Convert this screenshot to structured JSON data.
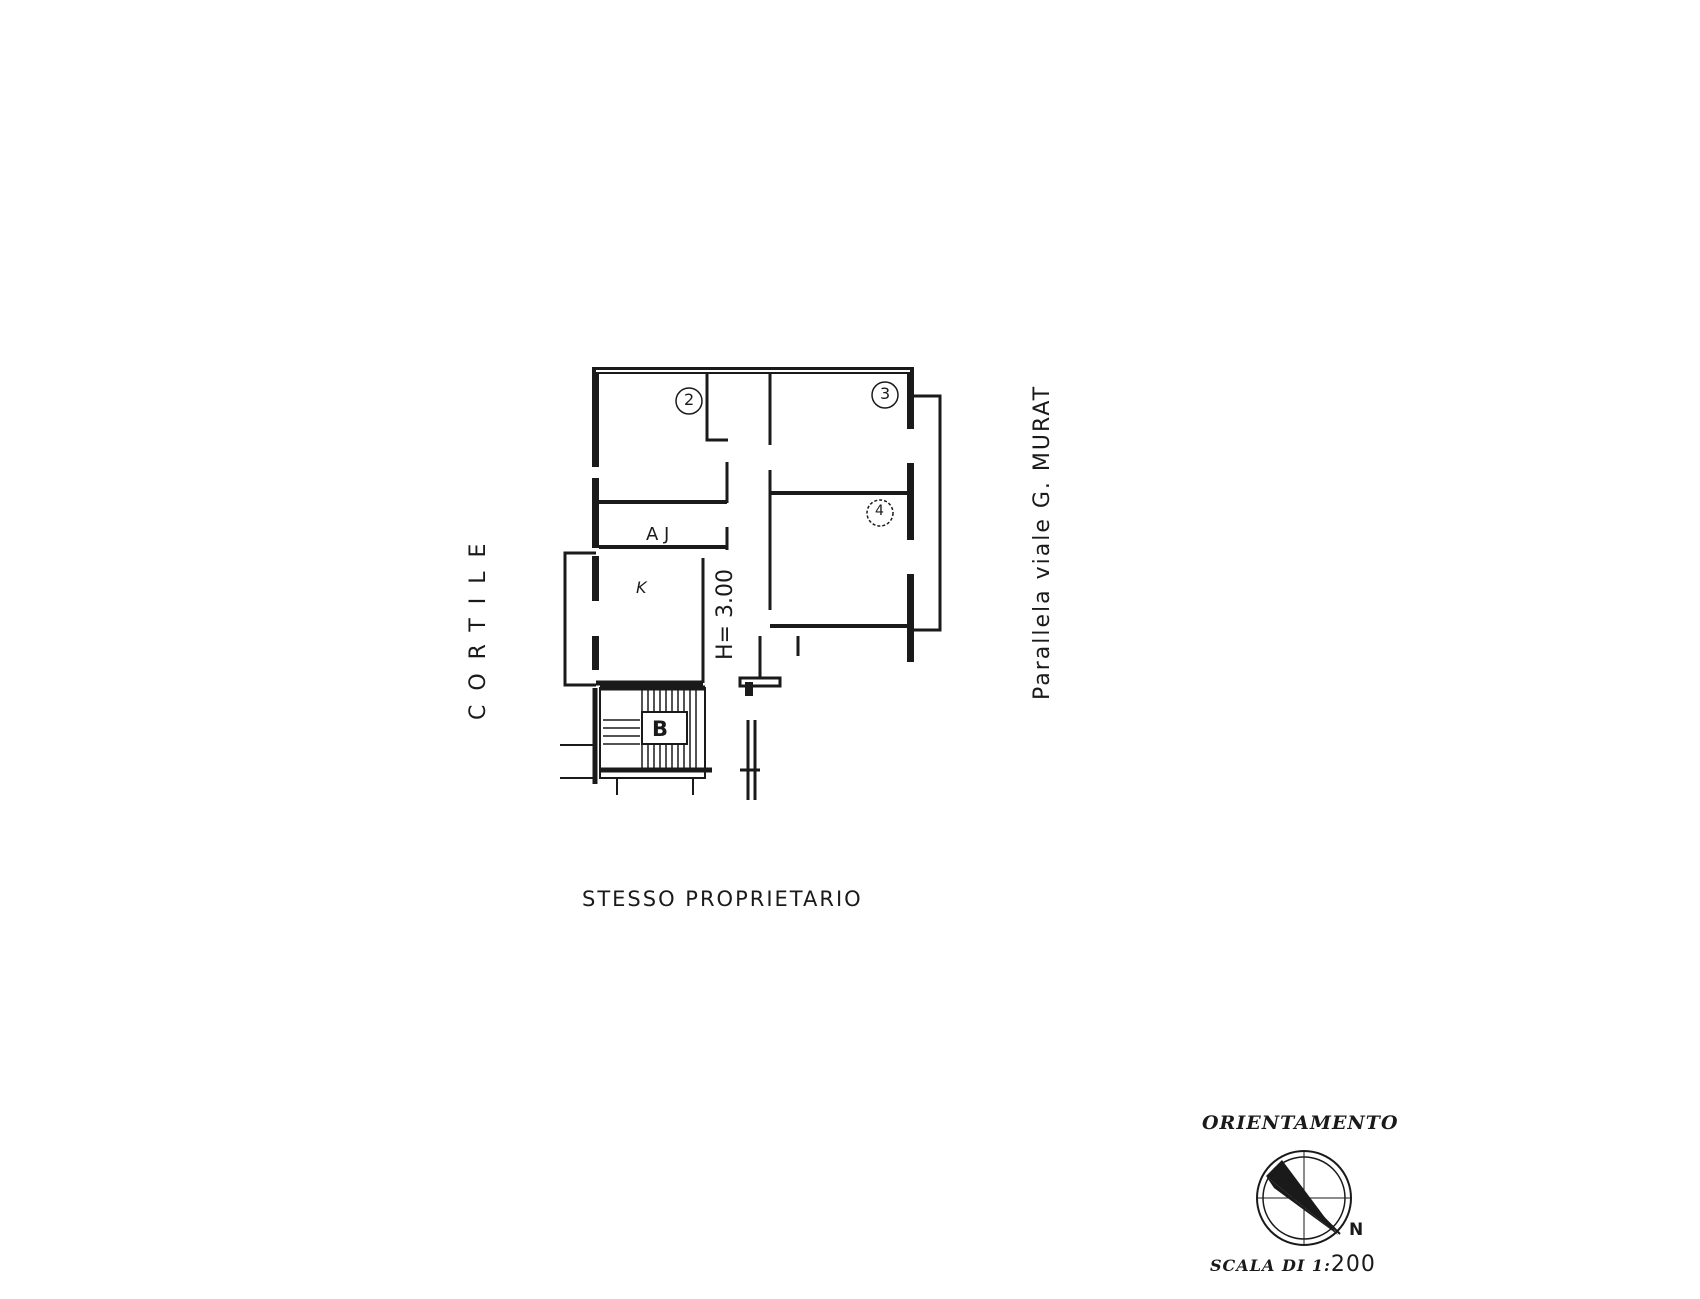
{
  "labels": {
    "courtyard": "CORTILE",
    "street": "Parallela viale G. MURAT",
    "adjacent": "STESSO PROPRIETARIO",
    "ceiling_height": "H= 3.00",
    "orientation_title": "ORIENTAMENTO",
    "scale_prefix": "SCALA DI 1:",
    "scale_value": "200",
    "north": "N"
  },
  "rooms": {
    "r2": "2",
    "r3": "3",
    "r4": "4",
    "bath": "A J",
    "kitchen": "K",
    "stair": "B"
  },
  "colors": {
    "ink": "#1a1a1a",
    "paper": "#ffffff"
  }
}
